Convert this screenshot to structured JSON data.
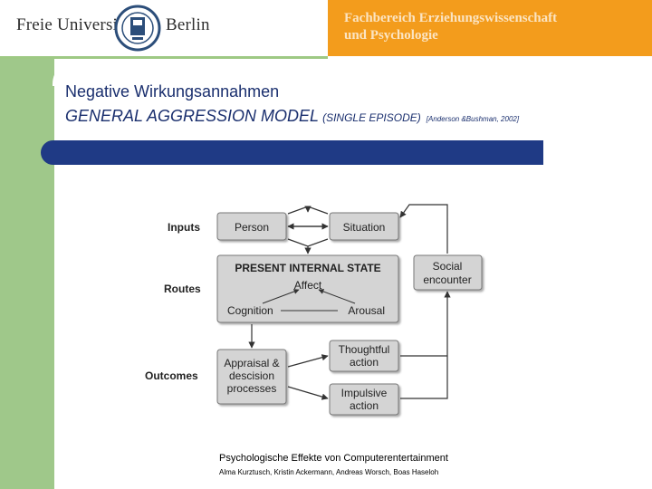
{
  "header": {
    "university_left": "Freie Universität",
    "university_right": "Berlin",
    "department_line1": "Fachbereich Erziehungswissenschaft",
    "department_line2": "und Psychologie"
  },
  "slide": {
    "title": "Negative Wirkungsannahmen",
    "subtitle_main": "GENERAL AGGRESSION MODEL",
    "subtitle_episode": "(SINGLE EPISODE)",
    "citation": "[Anderson &Bushman, 2002]"
  },
  "diagram": {
    "row_inputs": "Inputs",
    "row_routes": "Routes",
    "row_outcomes": "Outcomes",
    "person": "Person",
    "situation": "Situation",
    "state_title": "PRESENT INTERNAL STATE",
    "affect": "Affect",
    "cognition": "Cognition",
    "arousal": "Arousal",
    "social_line1": "Social",
    "social_line2": "encounter",
    "appraisal_line1": "Appraisal &",
    "appraisal_line2": "descision",
    "appraisal_line3": "processes",
    "thoughtful_line1": "Thoughtful",
    "thoughtful_line2": "action",
    "impulsive_line1": "Impulsive",
    "impulsive_line2": "action"
  },
  "footer": {
    "title": "Psychologische Effekte von Computerentertainment",
    "authors": "Alma Kurztusch, Kristin Ackermann, Andreas Worsch, Boas Haseloh"
  }
}
